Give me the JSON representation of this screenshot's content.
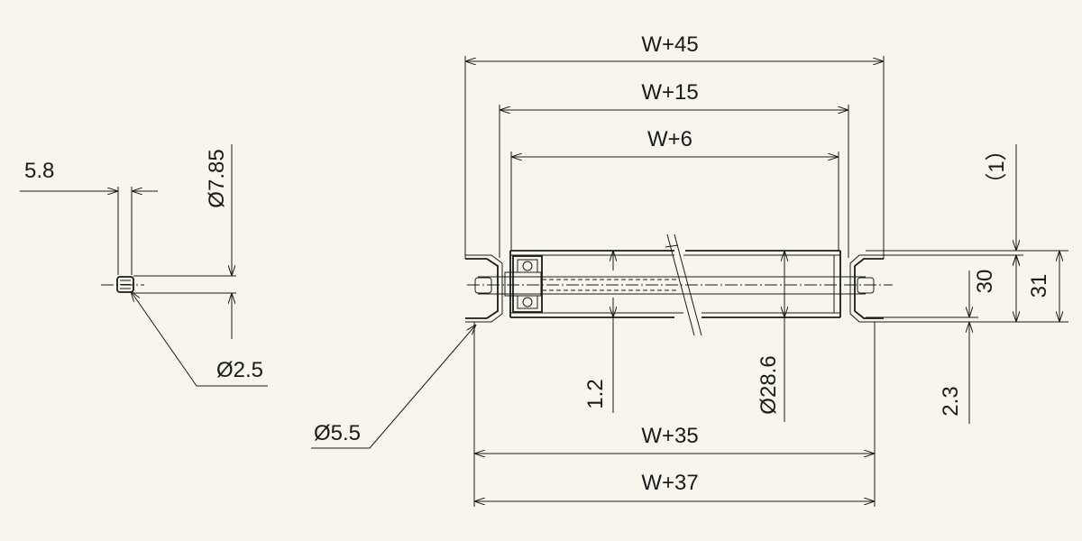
{
  "drawing": {
    "dimensions": {
      "w45": "W+45",
      "w15": "W+15",
      "w6": "W+6",
      "w35": "W+35",
      "w37": "W+37",
      "one": "（1）",
      "d30": "30",
      "d31": "31",
      "d23": "2.3",
      "d12": "1.2",
      "d286": "Ø28.6",
      "d55": "Ø5.5",
      "d58": "5.8",
      "d785": "Ø7.85",
      "d25": "Ø2.5"
    },
    "colors": {
      "background": "#f8f5ec",
      "line": "#1a1a1a"
    }
  }
}
